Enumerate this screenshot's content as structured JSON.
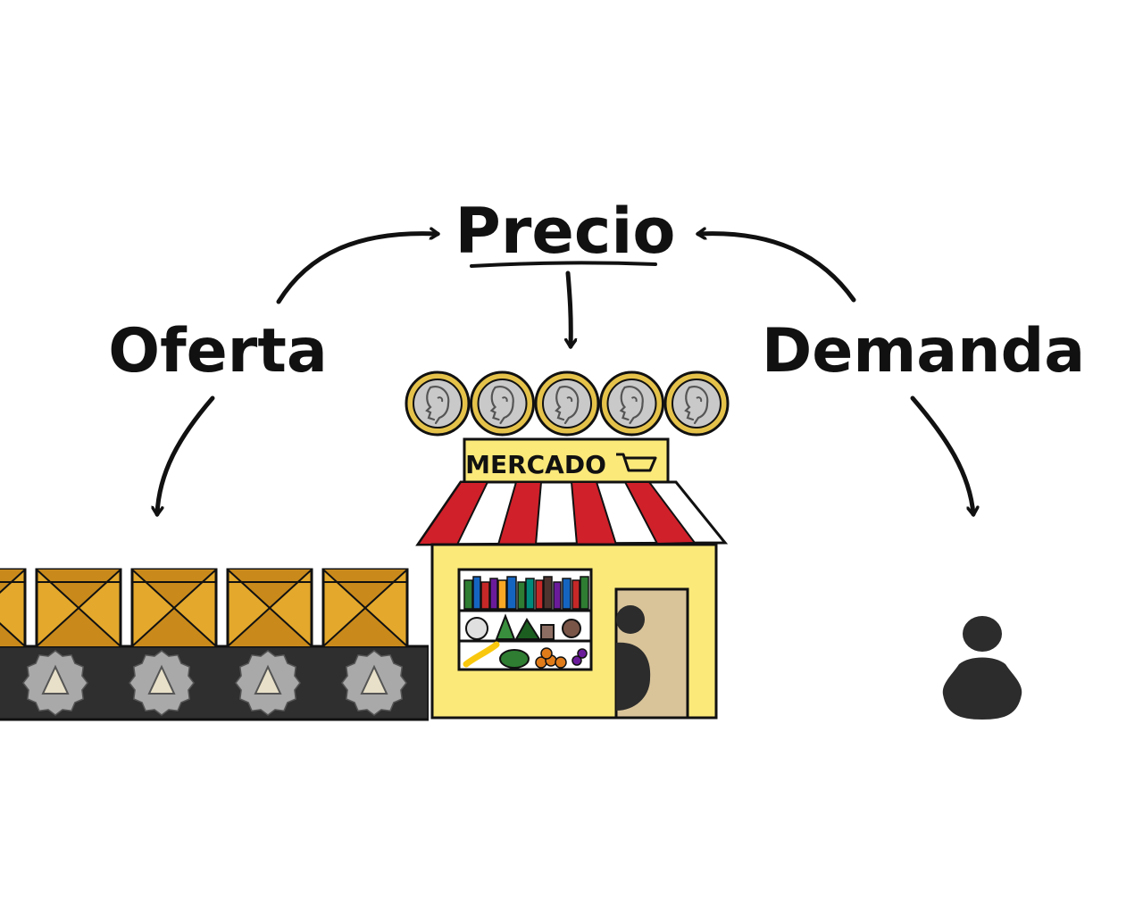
{
  "labels": {
    "precio": "Precio",
    "oferta": "Oferta",
    "demanda": "Demanda",
    "mercado": "MERCADO"
  },
  "icons": {
    "coin": "coin-icon",
    "cart": "cart-icon",
    "box": "box-icon",
    "gear": "gear-icon",
    "person": "person-icon"
  },
  "counts": {
    "coins": 5,
    "boxes": 5,
    "gears": 4
  },
  "colors": {
    "ink": "#111111",
    "box_fill": "#e3a82c",
    "box_dark": "#c98a1b",
    "shop_wall": "#fbe97a",
    "awning_red": "#d0202a",
    "coin_rim": "#e5c24a",
    "coin_face": "#c9c9c9",
    "belt": "#2f2f2f",
    "gear": "#a9a9a9",
    "door": "#d9c49a",
    "person": "#2c2c2c"
  }
}
